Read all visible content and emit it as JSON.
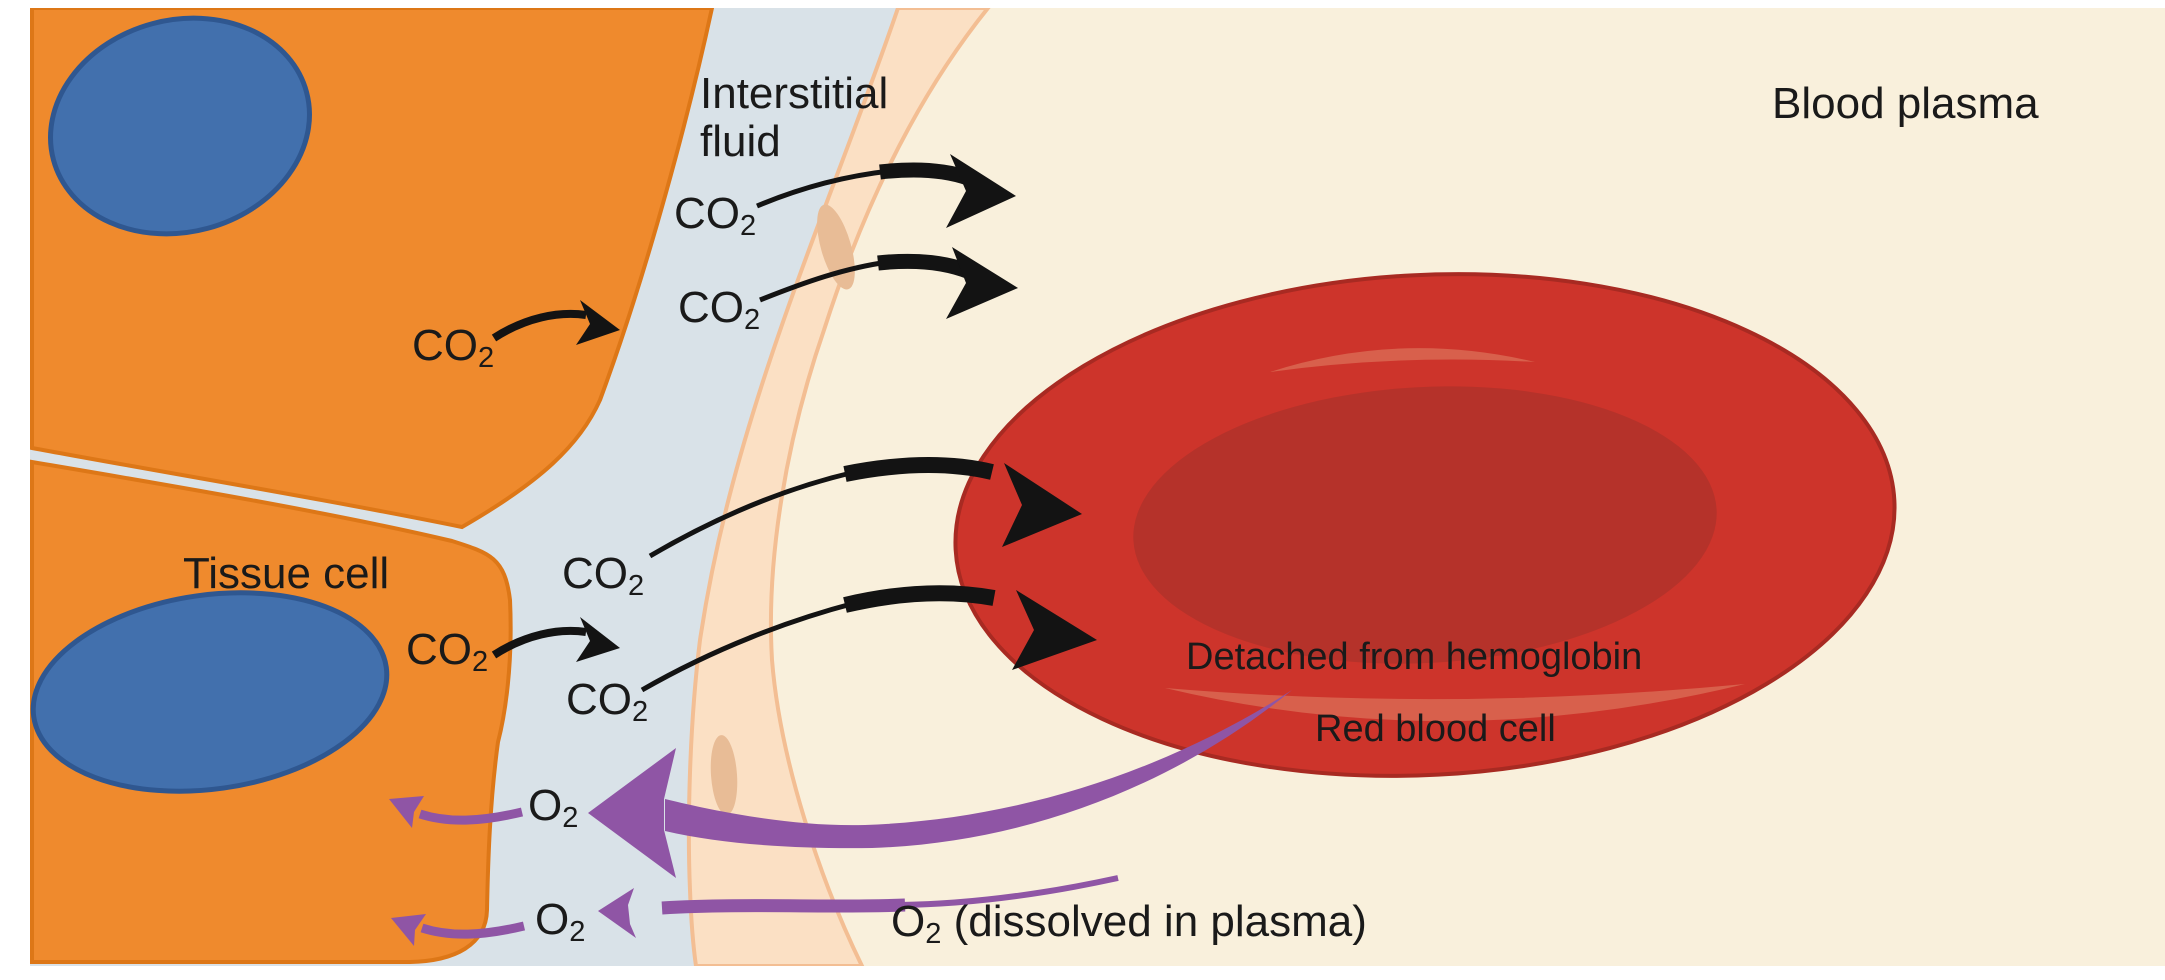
{
  "labels": {
    "interstitial_fluid_line1": "Interstitial",
    "interstitial_fluid_line2": "fluid",
    "blood_plasma": "Blood plasma",
    "tissue_cell": "Tissue cell",
    "detached_from_hemoglobin": "Detached from hemoglobin",
    "red_blood_cell": "Red blood cell",
    "co2": {
      "base": "CO",
      "sub": "2"
    },
    "o2": {
      "base": "O",
      "sub": "2"
    },
    "o2_dissolved_suffix": " (dissolved in plasma)"
  },
  "colors": {
    "page_bg": "#FFFFFF",
    "tissue": "#EF8A2D",
    "tissue_stroke": "#DD7717",
    "nucleus": "#4270AD",
    "nucleus_stroke": "#2F5790",
    "interstitial": "#D9E2E8",
    "wall": "#FBE0C4",
    "wall_stroke": "#F3BE93",
    "wall_nucleus": "#E8BC96",
    "plasma": "#F9F0DC",
    "rbc": "#CD342B",
    "rbc_stroke": "#A82A22",
    "rbc_inner": "#B5322A",
    "rbc_highlight": "#D8604C",
    "arrow_black": "#131313",
    "arrow_purple": "#8F55A5",
    "text": "#1A1A1A"
  }
}
